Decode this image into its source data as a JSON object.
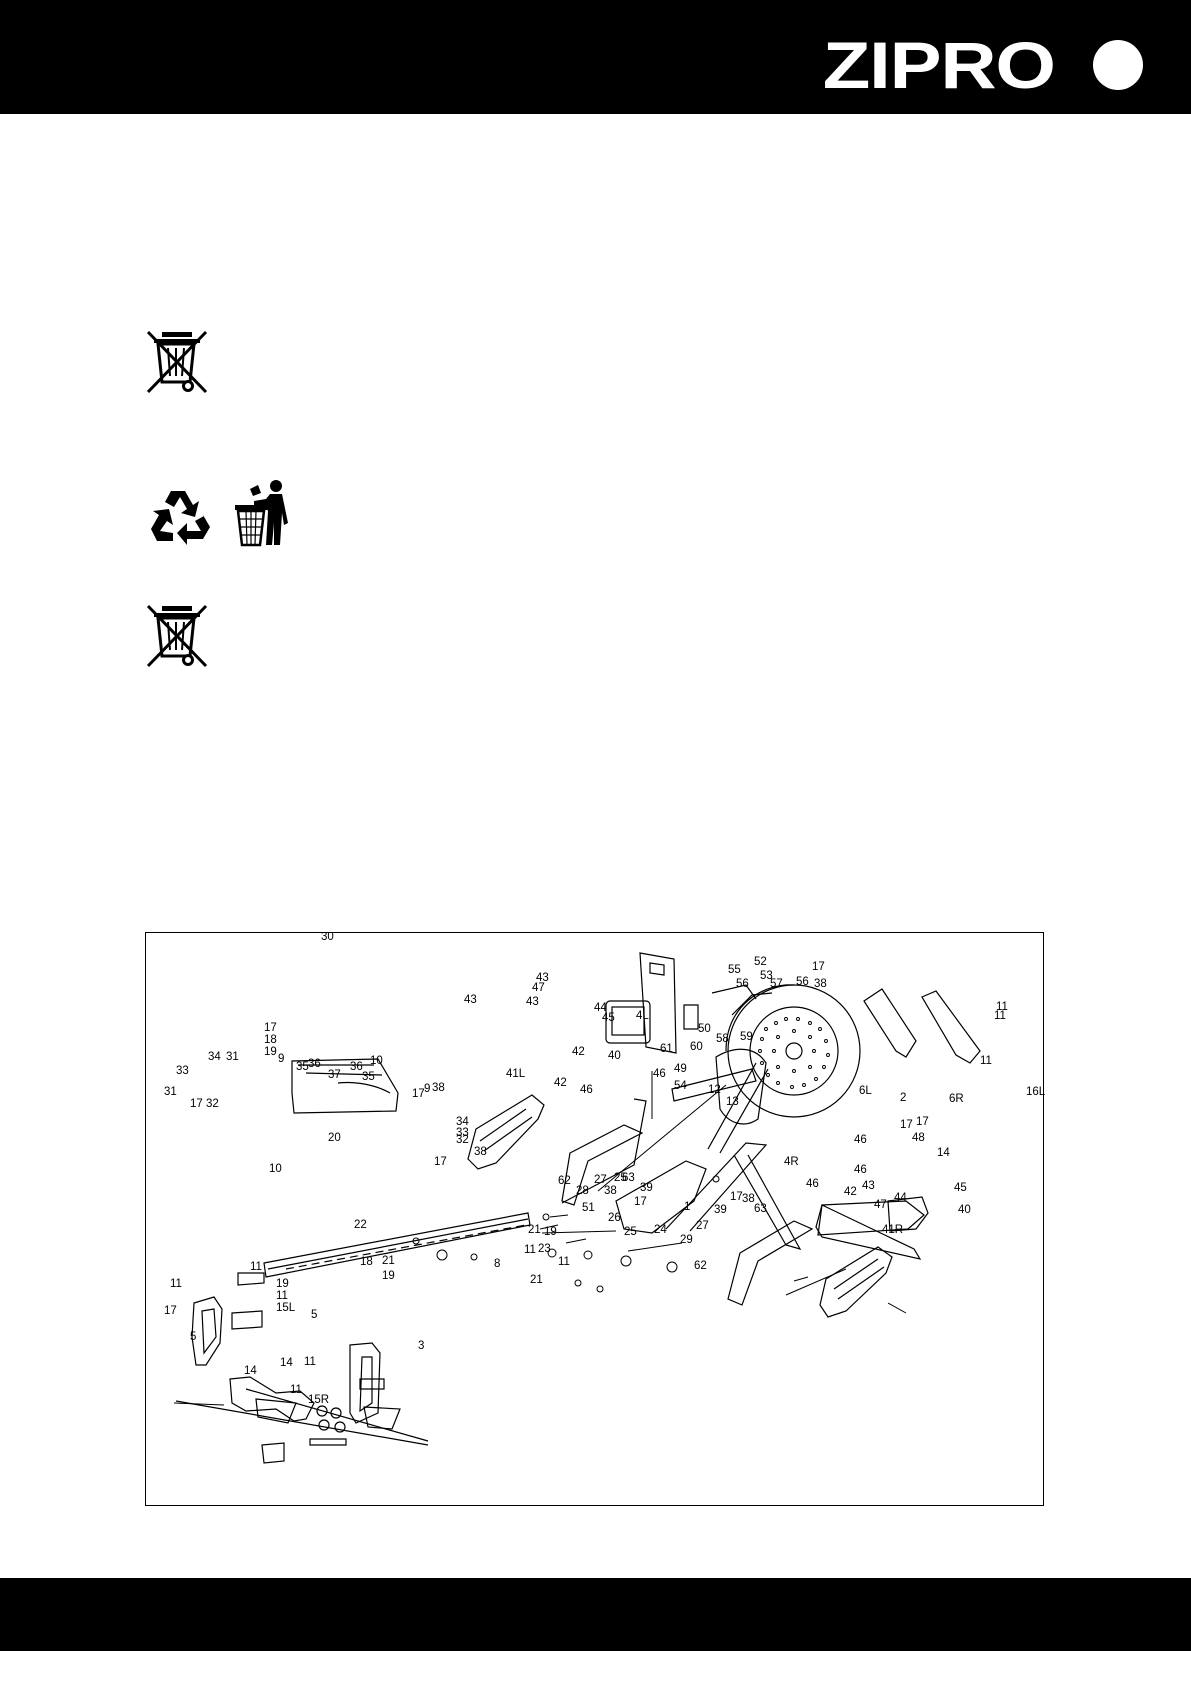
{
  "header": {
    "brand": "ZIPRO",
    "accent_background": "#000000",
    "accent_foreground": "#ffffff"
  },
  "symbols": [
    {
      "icon": "crossed-out-wheeled-bin-icon"
    },
    {
      "icon": "recycling-icon"
    },
    {
      "icon": "tidy-man-bin-icon"
    },
    {
      "icon": "crossed-out-wheeled-bin-icon"
    }
  ],
  "diagram": {
    "part_labels": [
      "30",
      "17",
      "18",
      "19",
      "34",
      "31",
      "33",
      "31",
      "17",
      "32",
      "9",
      "35",
      "36",
      "37",
      "36",
      "35",
      "10",
      "9",
      "38",
      "17",
      "34",
      "33",
      "32",
      "38",
      "17",
      "20",
      "10",
      "43",
      "47",
      "43",
      "43",
      "41L",
      "44",
      "45",
      "40",
      "4L",
      "50",
      "42",
      "42",
      "46",
      "49",
      "46",
      "55",
      "52",
      "53",
      "57",
      "17",
      "38",
      "56",
      "56",
      "61",
      "60",
      "58",
      "59",
      "54",
      "12",
      "13",
      "11",
      "11",
      "11",
      "16L",
      "16R",
      "6L",
      "2",
      "6R",
      "17",
      "17",
      "48",
      "14",
      "4R",
      "46",
      "46",
      "46",
      "42",
      "43",
      "47",
      "44",
      "45",
      "40",
      "41R",
      "63",
      "38",
      "39",
      "17",
      "1",
      "39",
      "17",
      "38",
      "63",
      "62",
      "28",
      "27",
      "25",
      "51",
      "26",
      "25",
      "24",
      "29",
      "27",
      "62",
      "22",
      "21",
      "23",
      "11",
      "21",
      "19",
      "11",
      "8",
      "11",
      "21",
      "11",
      "17",
      "18",
      "19",
      "19",
      "11",
      "15L",
      "5",
      "3",
      "5",
      "14",
      "14",
      "11",
      "11",
      "15R"
    ]
  }
}
